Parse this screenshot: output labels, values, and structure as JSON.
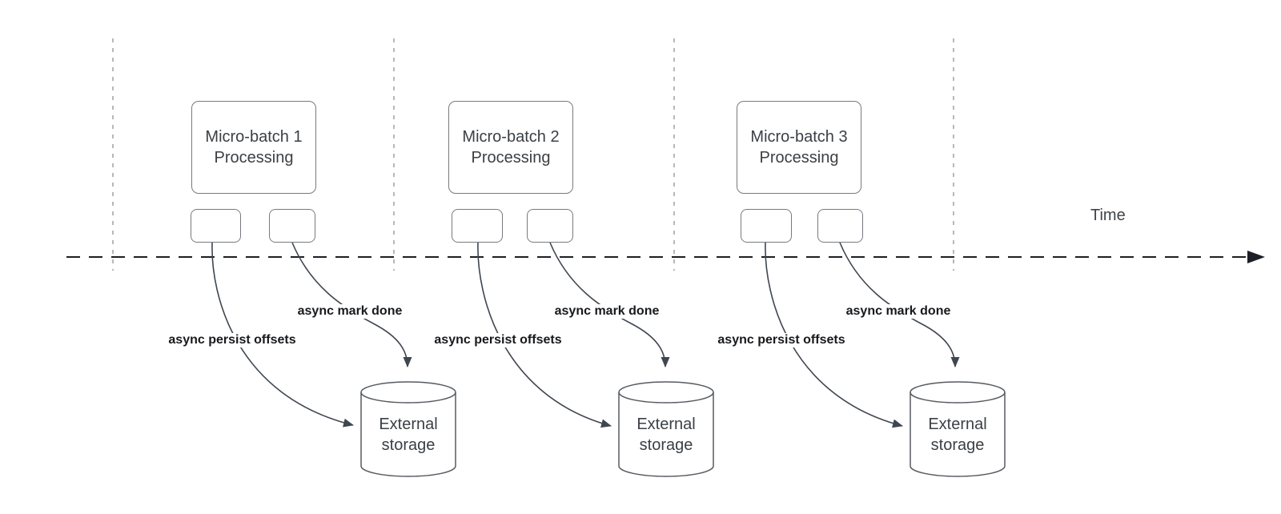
{
  "timeline": {
    "label": "Time"
  },
  "groups": [
    {
      "title_line1": "Micro-batch 1",
      "title_line2": "Processing",
      "persist_label": "async persist offsets",
      "mark_done_label": "async mark done",
      "storage_line1": "External",
      "storage_line2": "storage"
    },
    {
      "title_line1": "Micro-batch 2",
      "title_line2": "Processing",
      "persist_label": "async persist offsets",
      "mark_done_label": "async mark done",
      "storage_line1": "External",
      "storage_line2": "storage"
    },
    {
      "title_line1": "Micro-batch 3",
      "title_line2": "Processing",
      "persist_label": "async persist offsets",
      "mark_done_label": "async mark done",
      "storage_line1": "External",
      "storage_line2": "storage"
    }
  ],
  "colors": {
    "edge_stroke": "#3f4650",
    "axis_stroke": "#1c1f24",
    "grid_stroke": "#a6a6a6",
    "node_border": "#767b80",
    "cylinder_stroke": "#565b61"
  }
}
